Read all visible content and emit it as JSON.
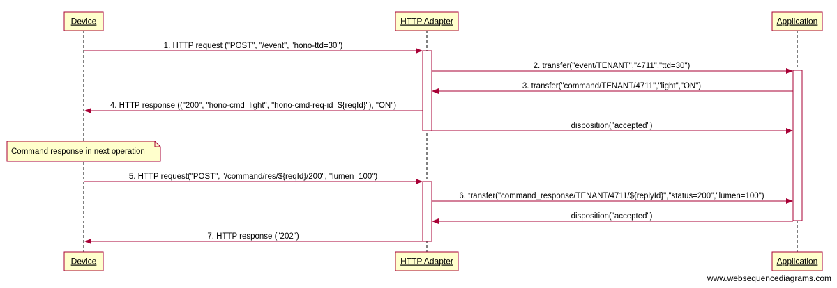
{
  "participants": [
    {
      "id": "device",
      "label": "Device"
    },
    {
      "id": "adapter",
      "label": "HTTP Adapter"
    },
    {
      "id": "app",
      "label": "Application"
    }
  ],
  "messages": [
    {
      "from": "device",
      "to": "adapter",
      "label": "1. HTTP request (\"POST\", \"/event\", \"hono-ttd=30\")"
    },
    {
      "from": "adapter",
      "to": "app",
      "label": "2. transfer(\"event/TENANT\",\"4711\",\"ttd=30\")"
    },
    {
      "from": "app",
      "to": "adapter",
      "label": "3. transfer(\"command/TENANT/4711\",\"light\",\"ON\")"
    },
    {
      "from": "adapter",
      "to": "device",
      "label": "4. HTTP response ((\"200\", \"hono-cmd=light\", \"hono-cmd-req-id=${reqId}\"), \"ON\")"
    },
    {
      "from": "adapter",
      "to": "app",
      "label": "disposition(\"accepted\")"
    },
    {
      "from": "device",
      "to": "adapter",
      "label": "5. HTTP request(\"POST\", \"/command/res/${reqId}/200\", \"lumen=100\")"
    },
    {
      "from": "adapter",
      "to": "app",
      "label": "6. transfer(\"command_response/TENANT/4711/${replyId}\",\"status=200\",\"lumen=100\")"
    },
    {
      "from": "app",
      "to": "adapter",
      "label": "disposition(\"accepted\")"
    },
    {
      "from": "adapter",
      "to": "device",
      "label": "7. HTTP response (\"202\")"
    }
  ],
  "note": {
    "over": "device",
    "text": "Command response in next operation"
  },
  "watermark": "www.websequencediagrams.com",
  "colors": {
    "participant_fill": "#ffffcc",
    "participant_border": "#a80036",
    "arrow": "#a80036",
    "lifeline": "#000000",
    "note_fill": "#ffffcc",
    "note_border": "#a80036",
    "activation_fill": "#ffffff",
    "activation_border": "#a80036"
  }
}
